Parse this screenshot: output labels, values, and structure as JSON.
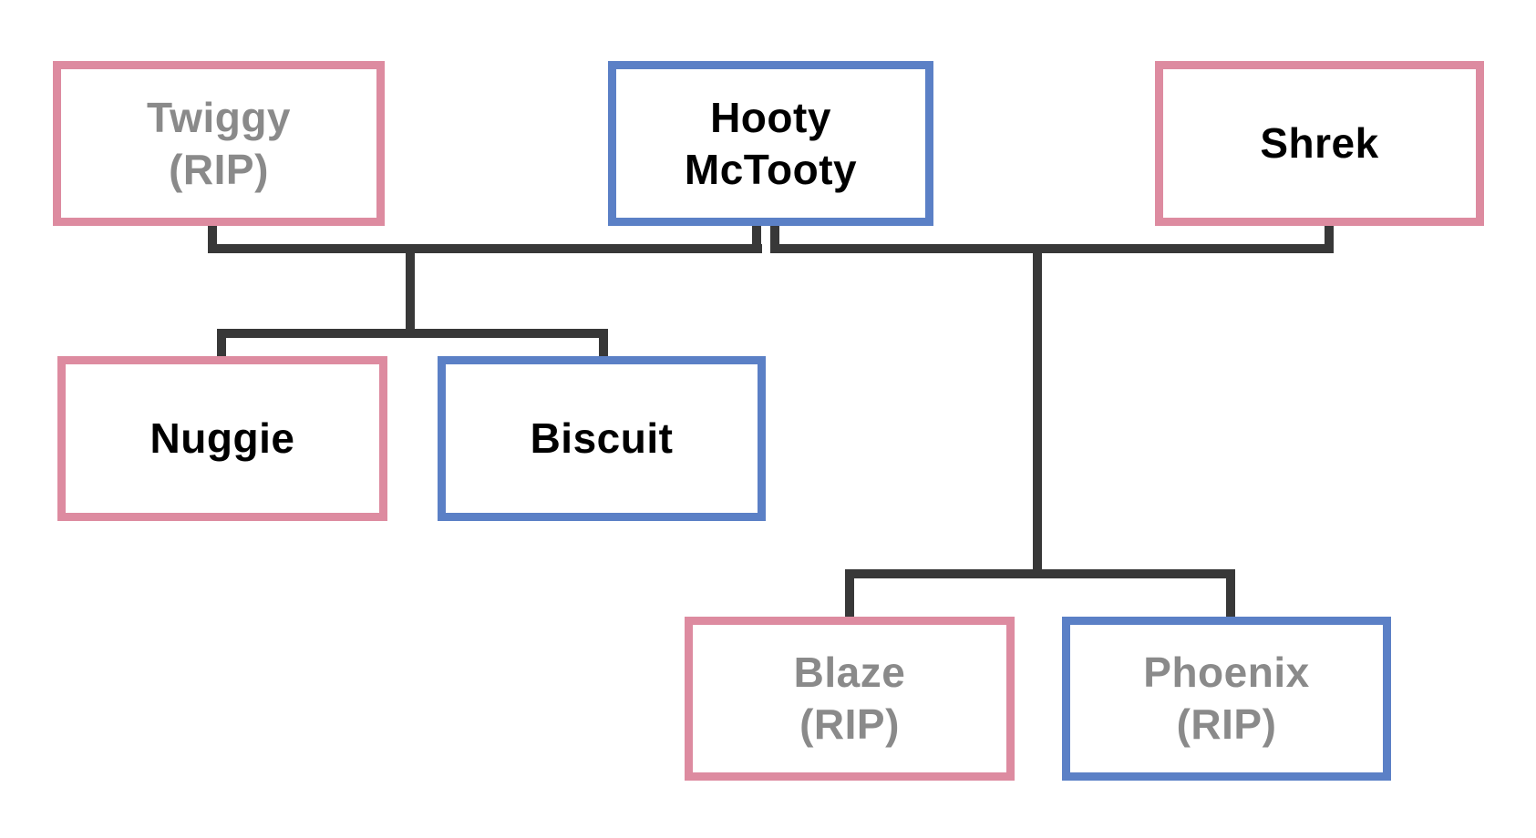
{
  "diagram": {
    "type": "family-tree",
    "colors": {
      "female_border": "#dd8ba0",
      "male_border": "#5b80c6",
      "connector": "#383838",
      "deceased_text": "#8a8a8a",
      "living_text": "#000000",
      "background": "#ffffff"
    },
    "nodes": [
      {
        "id": "twiggy",
        "full_label": "Twiggy (RIP)",
        "lines": [
          "Twiggy",
          "(RIP)"
        ],
        "border_color_role": "female_border",
        "deceased": true
      },
      {
        "id": "hooty",
        "full_label": "Hooty McTooty",
        "lines": [
          "Hooty",
          "McTooty"
        ],
        "border_color_role": "male_border",
        "deceased": false
      },
      {
        "id": "shrek",
        "full_label": "Shrek",
        "lines": [
          "Shrek"
        ],
        "border_color_role": "female_border",
        "deceased": false
      },
      {
        "id": "nuggie",
        "full_label": "Nuggie",
        "lines": [
          "Nuggie"
        ],
        "border_color_role": "female_border",
        "deceased": false
      },
      {
        "id": "biscuit",
        "full_label": "Biscuit",
        "lines": [
          "Biscuit"
        ],
        "border_color_role": "male_border",
        "deceased": false
      },
      {
        "id": "blaze",
        "full_label": "Blaze (RIP)",
        "lines": [
          "Blaze",
          "(RIP)"
        ],
        "border_color_role": "female_border",
        "deceased": true
      },
      {
        "id": "phoenix",
        "full_label": "Phoenix (RIP)",
        "lines": [
          "Phoenix",
          "(RIP)"
        ],
        "border_color_role": "male_border",
        "deceased": true
      }
    ],
    "families": [
      {
        "parents": [
          "Twiggy",
          "Hooty McTooty"
        ],
        "children": [
          "Nuggie",
          "Biscuit"
        ]
      },
      {
        "parents": [
          "Hooty McTooty",
          "Shrek"
        ],
        "children": [
          "Blaze",
          "Phoenix"
        ]
      }
    ]
  }
}
